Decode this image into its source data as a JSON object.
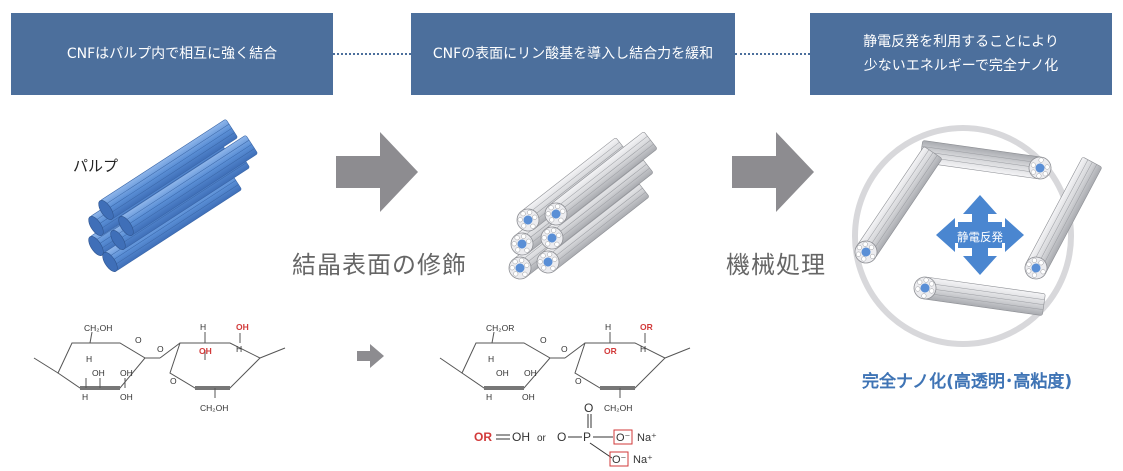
{
  "boxes": {
    "step1": "CNFはパルプ内で相互に強く結合",
    "step2": "CNFの表面にリン酸基を導入し結合力を緩和",
    "step3_line1": "静電反発を利用することにより",
    "step3_line2": "少ないエネルギーで完全ナノ化"
  },
  "labels": {
    "pulp": "パルプ",
    "surface_mod": "結晶表面の修飾",
    "mechanical": "機械処理",
    "repulsion": "静電反発",
    "result": "完全ナノ化(高透明･高粘度)"
  },
  "chem": {
    "ch2oh": "CH₂OH",
    "ch2or": "CH₂OR",
    "oh": "OH",
    "or": "OR",
    "h": "H",
    "o": "O",
    "or_eq": "OR",
    "eq_sign": "═",
    "eq_oh": "OH",
    "or_word": "or",
    "p": "P",
    "o_minus": "O⁻",
    "na": "Na⁺"
  },
  "colors": {
    "box": "#4c6f9c",
    "arrow": "#8d8c90",
    "fiber_blue": "#5a8fd6",
    "fiber_gray": "#d6d7da",
    "accent_red": "#d23a3a",
    "result_blue": "#3f74b5"
  }
}
